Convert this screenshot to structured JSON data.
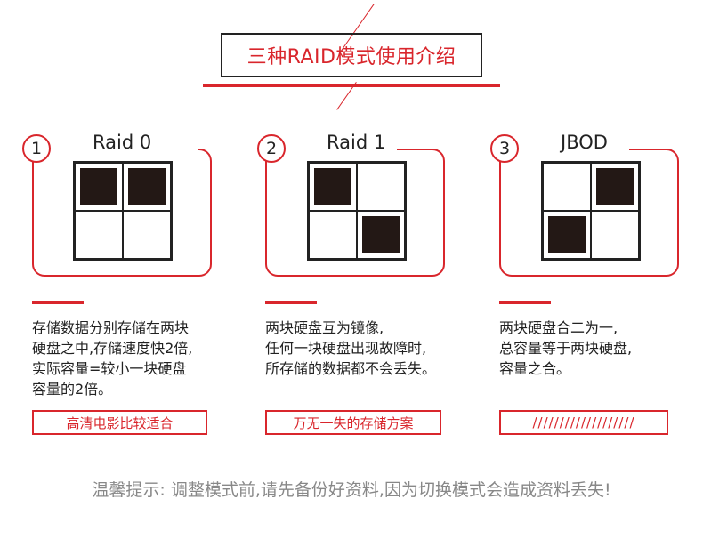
{
  "header": {
    "title": "三种RAID模式使用介绍"
  },
  "cards": [
    {
      "number": "1",
      "title": "Raid 0",
      "grid": [
        true,
        true,
        false,
        false
      ],
      "description": "存储数据分别存储在两块\n硬盘之中,存储速度快2倍,\n实际容量=较小一块硬盘\n容量的2倍。",
      "tag": "高清电影比较适合"
    },
    {
      "number": "2",
      "title": "Raid 1",
      "grid": [
        true,
        false,
        false,
        true
      ],
      "description": "两块硬盘互为镜像,\n任何一块硬盘出现故障时,\n所存储的数据都不会丢失。",
      "tag": "万无一失的存储方案"
    },
    {
      "number": "3",
      "title": "JBOD",
      "grid": [
        false,
        true,
        true,
        false
      ],
      "description": "两块硬盘合二为一,\n总容量等于两块硬盘,\n容量之合。",
      "tag": "///////////////////"
    }
  ],
  "footer": {
    "note": "温馨提示: 调整模式前,请先备份好资料,因为切换模式会造成资料丢失!"
  },
  "colors": {
    "accent": "#d9262c",
    "fill": "#231815",
    "muted": "#888888"
  }
}
